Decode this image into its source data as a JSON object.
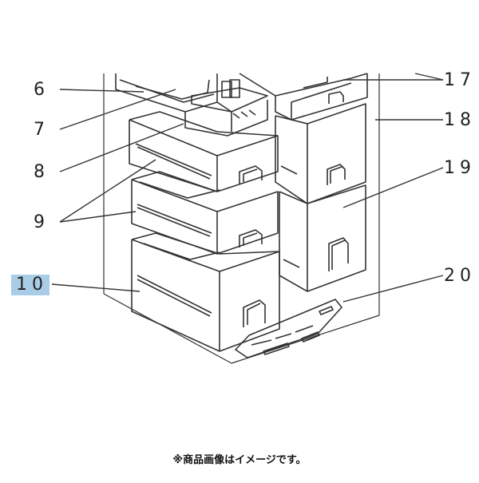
{
  "diagram": {
    "callouts": [
      {
        "id": "c6",
        "label": "6"
      },
      {
        "id": "c7",
        "label": "7"
      },
      {
        "id": "c8",
        "label": "8"
      },
      {
        "id": "c9",
        "label": "9"
      },
      {
        "id": "c10",
        "label": "10",
        "highlighted": true
      },
      {
        "id": "c17",
        "label": "17"
      },
      {
        "id": "c18",
        "label": "18"
      },
      {
        "id": "c19",
        "label": "19"
      },
      {
        "id": "c20",
        "label": "20"
      }
    ],
    "highlight_color": "#a9cde6",
    "line_color": "#333333"
  },
  "footer_note": "※商品画像はイメージです。"
}
